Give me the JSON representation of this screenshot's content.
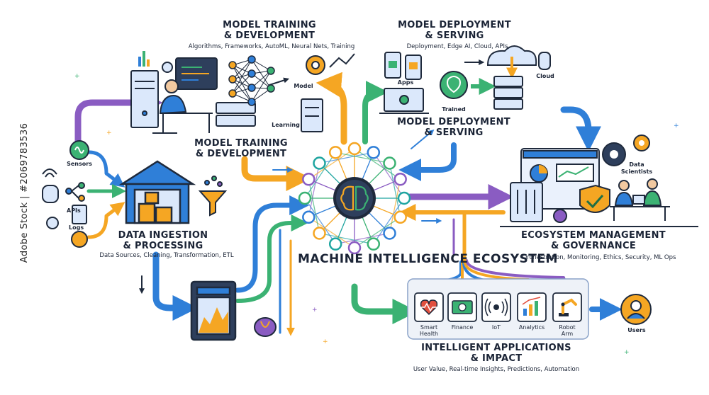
{
  "watermark": "Adobe Stock | #2069783536",
  "center": {
    "title": "MACHINE INTELLIGENCE ECOSYSTEM"
  },
  "training_top": {
    "title_line1": "MODEL TRAINING",
    "title_line2": "& DEVELOPMENT",
    "subtitle": "Algorithms, Frameworks, AutoML, Neural Nets, Training",
    "labels": {
      "model": "Model",
      "learning": "Learning"
    }
  },
  "training_mid": {
    "title_line1": "MODEL TRAINING",
    "title_line2": "& DEVELOPMENT"
  },
  "deploy_top": {
    "title_line1": "MODEL DEPLOYMENT",
    "title_line2": "& SERVING",
    "subtitle": "Deployment, Edge AI, Cloud, APIs",
    "labels": {
      "apps": "Apps",
      "trained": "Trained",
      "cloud": "Cloud"
    }
  },
  "deploy_mid": {
    "title_line1": "MODEL DEPLOYMENT",
    "title_line2": "& SERVING"
  },
  "ingestion": {
    "title_line1": "DATA INGESTION",
    "title_line2": "& PROCESSING",
    "subtitle": "Data Sources, Cleaning, Transformation, ETL",
    "sources": [
      "Sensors",
      "APIs",
      "Logs"
    ]
  },
  "governance": {
    "title_line1": "ECOSYSTEM MANAGEMENT",
    "title_line2": "& GOVERNANCE",
    "subtitle": "Orchestration, Monitoring, Ethics, Security, ML Ops",
    "labels": {
      "scientists_line1": "Data",
      "scientists_line2": "Scientists"
    }
  },
  "applications": {
    "title_line1": "INTELLIGENT APPLICATIONS",
    "title_line2": "& IMPACT",
    "subtitle": "User Value, Real-time Insights, Predictions, Automation",
    "items": [
      {
        "line1": "Smart",
        "line2": "Health",
        "icon": "heart-monitor-icon"
      },
      {
        "line1": "Finance",
        "line2": "",
        "icon": "banknote-icon"
      },
      {
        "line1": "IoT",
        "line2": "",
        "icon": "iot-signal-icon"
      },
      {
        "line1": "Analytics",
        "line2": "",
        "icon": "analytics-chart-icon"
      },
      {
        "line1": "Robot",
        "line2": "Arm",
        "icon": "robot-arm-icon"
      }
    ],
    "users": "Users"
  },
  "colors": {
    "orange": "#f5a623",
    "blue": "#2f7fd8",
    "green": "#3bb273",
    "purple": "#8a5cc2",
    "navy": "#1f2a3c",
    "teal": "#1fa5a0"
  }
}
